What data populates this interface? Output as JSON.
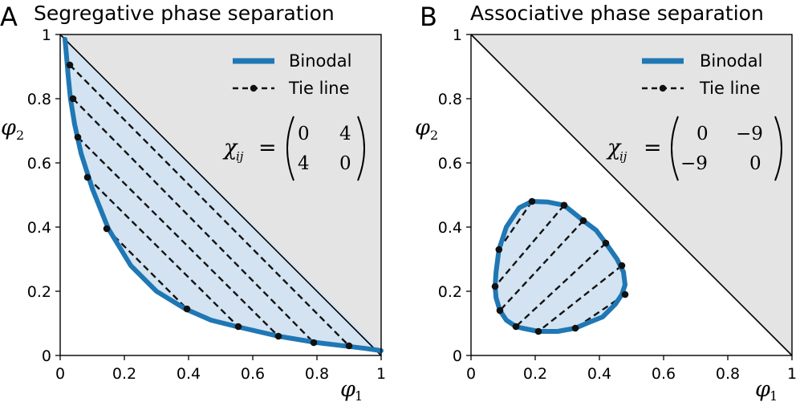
{
  "colors": {
    "binodal": "#1f77b4",
    "fill_two_phase": "#d3e3f1",
    "forbidden_region": "#e4e4e4",
    "tie_line": "#111111"
  },
  "chart_data": [
    {
      "type": "line",
      "panel_letter": "A",
      "title": "Segregative phase separation",
      "xlabel": "φ",
      "xlabel_sub": "1",
      "ylabel": "φ",
      "ylabel_sub": "2",
      "xlim": [
        0,
        1
      ],
      "ylim": [
        0,
        1
      ],
      "xticks": [
        "0",
        "0.2",
        "0.4",
        "0.6",
        "0.8",
        "1"
      ],
      "yticks": [
        "0",
        "0.2",
        "0.4",
        "0.6",
        "0.8",
        "1"
      ],
      "legend_position": "top-right",
      "legend": {
        "binodal": "Binodal",
        "tie_line": "Tie line"
      },
      "chi": {
        "symbol": "χ",
        "subscript": "ij",
        "equals": "=",
        "matrix": [
          [
            "0",
            "4"
          ],
          [
            "4",
            "0"
          ]
        ]
      },
      "series": [
        {
          "name": "Binodal",
          "x": [
            1.0,
            0.95,
            0.9,
            0.8,
            0.68,
            0.55,
            0.47,
            0.39,
            0.3,
            0.22,
            0.15,
            0.1,
            0.065,
            0.045,
            0.032,
            0.025,
            0.02,
            0.015
          ],
          "y": [
            0.015,
            0.022,
            0.028,
            0.04,
            0.06,
            0.09,
            0.11,
            0.145,
            0.2,
            0.28,
            0.395,
            0.52,
            0.63,
            0.72,
            0.8,
            0.87,
            0.93,
            0.985
          ]
        }
      ],
      "tie_lines": [
        [
          [
            0.03,
            0.905
          ],
          [
            0.9,
            0.03
          ]
        ],
        [
          [
            0.04,
            0.8
          ],
          [
            0.79,
            0.04
          ]
        ],
        [
          [
            0.055,
            0.68
          ],
          [
            0.68,
            0.06
          ]
        ],
        [
          [
            0.085,
            0.555
          ],
          [
            0.555,
            0.09
          ]
        ],
        [
          [
            0.145,
            0.395
          ],
          [
            0.395,
            0.145
          ]
        ]
      ]
    },
    {
      "type": "line",
      "panel_letter": "B",
      "title": "Associative phase separation",
      "xlabel": "φ",
      "xlabel_sub": "1",
      "ylabel": "φ",
      "ylabel_sub": "2",
      "xlim": [
        0,
        1
      ],
      "ylim": [
        0,
        1
      ],
      "xticks": [
        "0",
        "0.2",
        "0.4",
        "0.6",
        "0.8",
        "1"
      ],
      "yticks": [
        "0",
        "0.2",
        "0.4",
        "0.6",
        "0.8",
        "1"
      ],
      "legend_position": "top-right",
      "legend": {
        "binodal": "Binodal",
        "tie_line": "Tie line"
      },
      "chi": {
        "symbol": "χ",
        "subscript": "ij",
        "equals": "=",
        "matrix": [
          [
            "0",
            "−9"
          ],
          [
            "−9",
            "0"
          ]
        ]
      },
      "series": [
        {
          "name": "Binodal",
          "closed": true,
          "x": [
            0.19,
            0.24,
            0.29,
            0.35,
            0.39,
            0.42,
            0.455,
            0.475,
            0.48,
            0.47,
            0.45,
            0.41,
            0.36,
            0.325,
            0.27,
            0.21,
            0.16,
            0.14,
            0.11,
            0.09,
            0.078,
            0.075,
            0.078,
            0.087,
            0.11,
            0.15
          ],
          "y": [
            0.48,
            0.478,
            0.468,
            0.42,
            0.39,
            0.35,
            0.3,
            0.26,
            0.22,
            0.19,
            0.16,
            0.12,
            0.1,
            0.085,
            0.075,
            0.075,
            0.085,
            0.09,
            0.11,
            0.14,
            0.18,
            0.215,
            0.26,
            0.33,
            0.4,
            0.46
          ]
        }
      ],
      "tie_lines": [
        [
          [
            0.19,
            0.48
          ],
          [
            0.087,
            0.33
          ]
        ],
        [
          [
            0.29,
            0.468
          ],
          [
            0.075,
            0.215
          ]
        ],
        [
          [
            0.35,
            0.42
          ],
          [
            0.09,
            0.14
          ]
        ],
        [
          [
            0.42,
            0.35
          ],
          [
            0.14,
            0.09
          ]
        ],
        [
          [
            0.47,
            0.28
          ],
          [
            0.21,
            0.075
          ]
        ],
        [
          [
            0.48,
            0.19
          ],
          [
            0.325,
            0.085
          ]
        ]
      ]
    }
  ]
}
